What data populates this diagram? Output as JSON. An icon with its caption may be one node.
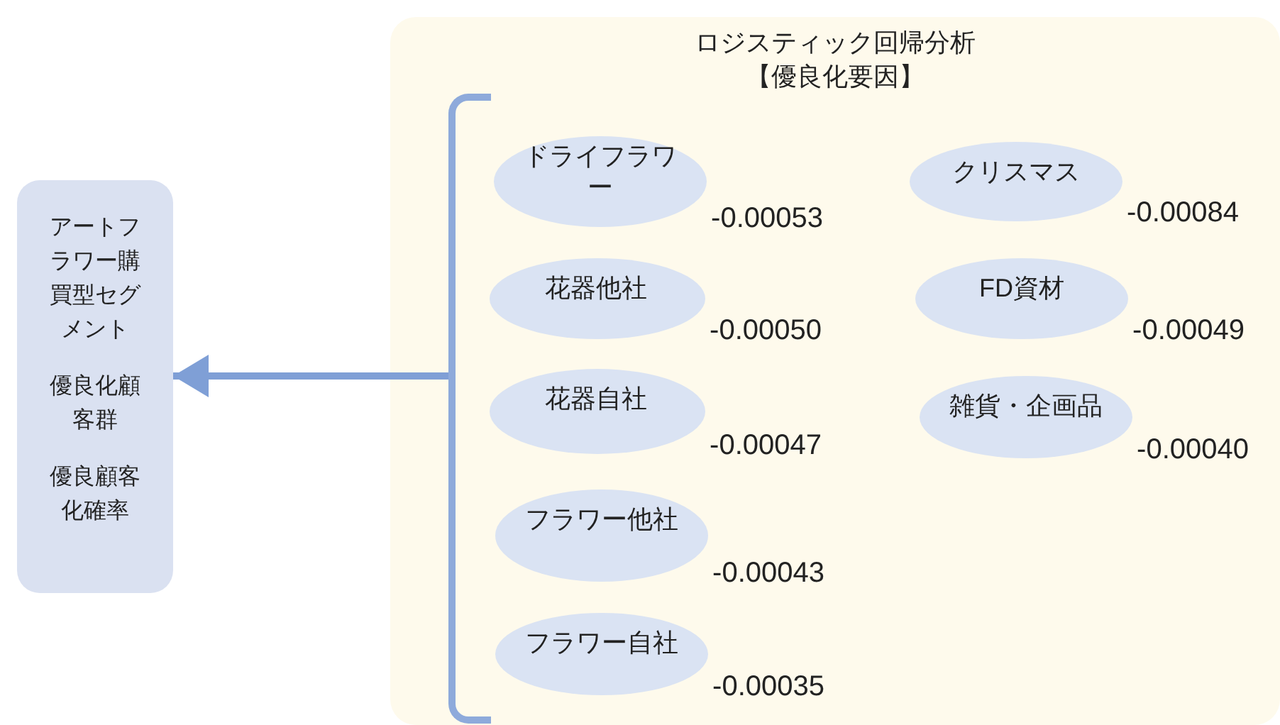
{
  "diagram": {
    "nodes": [
      {
        "text": [
          "アートフラワー購買型セグメント",
          "優良化顧客群",
          "優良顧客化確率"
        ]
      },
      {
        "text": [
          "ロジスティック回帰分析",
          "【優良化要因】"
        ]
      },
      {
        "text": [],
        "shape": "bracket",
        "in": 1
      },
      {
        "text": [
          "ドライフラワー",
          "-0.00053"
        ],
        "in": 1
      },
      {
        "text": [
          "クリスマス",
          "-0.00084"
        ],
        "in": 1
      },
      {
        "text": [
          "花器他社",
          "-0.00050"
        ],
        "in": 1
      },
      {
        "text": [
          "FD資材",
          "-0.00049"
        ],
        "in": 1
      },
      {
        "text": [
          "花器自社",
          "-0.00047"
        ],
        "in": 1
      },
      {
        "text": [
          "雑貨・企画品",
          "-0.00040"
        ],
        "in": 1
      },
      {
        "text": [
          "フラワー他社",
          "-0.00043"
        ],
        "in": 1
      },
      {
        "text": [
          "フラワー自社",
          "-0.00035"
        ],
        "in": 1
      }
    ],
    "edges": [
      {
        "from": 2,
        "to": 0,
        "arrow": "to"
      }
    ]
  }
}
